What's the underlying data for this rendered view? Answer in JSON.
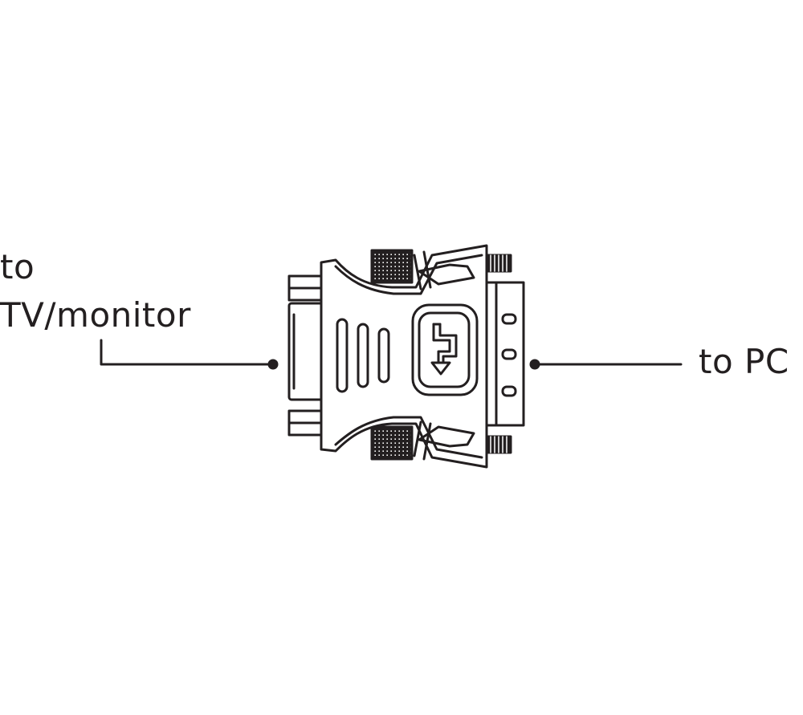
{
  "labels": {
    "left_line1": "to",
    "left_line2": "TV/monitor",
    "right": "to PC"
  },
  "colors": {
    "ink": "#231f20",
    "background": "#ffffff"
  },
  "icons": {
    "adapter": "dvi-to-vga-adapter-icon",
    "direction": "signal-direction-arrow-icon"
  }
}
